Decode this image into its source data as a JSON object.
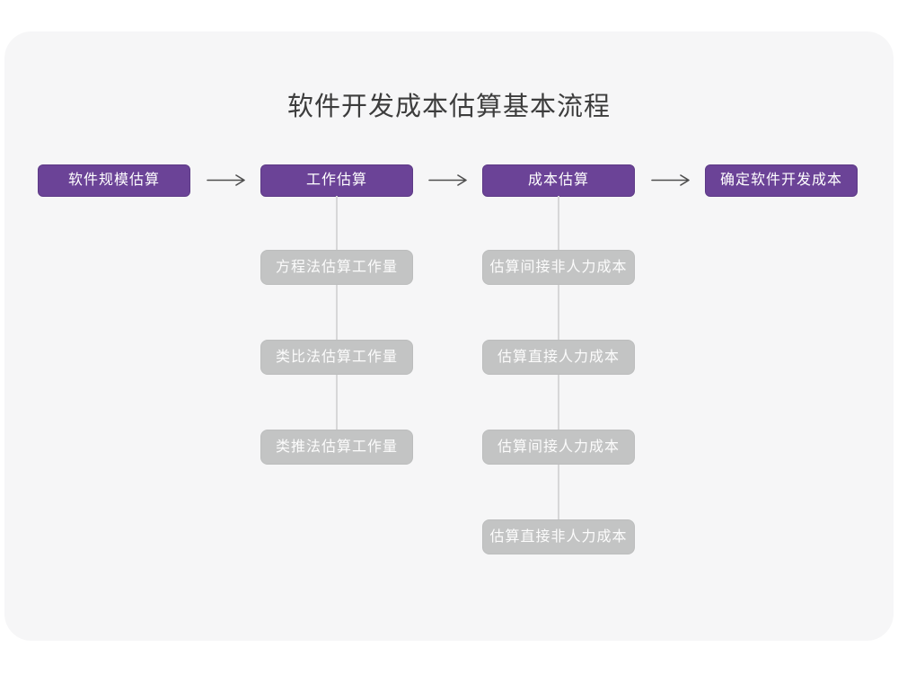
{
  "title": "软件开发成本估算基本流程",
  "colors": {
    "stage_fill": "#6b4397",
    "stage_border": "#5d3a86",
    "stage_text": "#ffffff",
    "sub_fill": "#c3c4c4",
    "sub_border": "#bcbdbd",
    "sub_text": "#fcfcfc",
    "connector": "#d7d7d8",
    "arrow": "#4f4f4f",
    "canvas_bg": "#f6f6f7",
    "page_bg": "#ffffff",
    "title_color": "#3d3d3d"
  },
  "flow": {
    "stages": [
      {
        "label": "软件规模估算",
        "children": []
      },
      {
        "label": "工作估算",
        "children": [
          "方程法估算工作量",
          "类比法估算工作量",
          "类推法估算工作量"
        ]
      },
      {
        "label": "成本估算",
        "children": [
          "估算间接非人力成本",
          "估算直接人力成本",
          "估算间接人力成本",
          "估算直接非人力成本"
        ]
      },
      {
        "label": "确定软件开发成本",
        "children": []
      }
    ]
  }
}
